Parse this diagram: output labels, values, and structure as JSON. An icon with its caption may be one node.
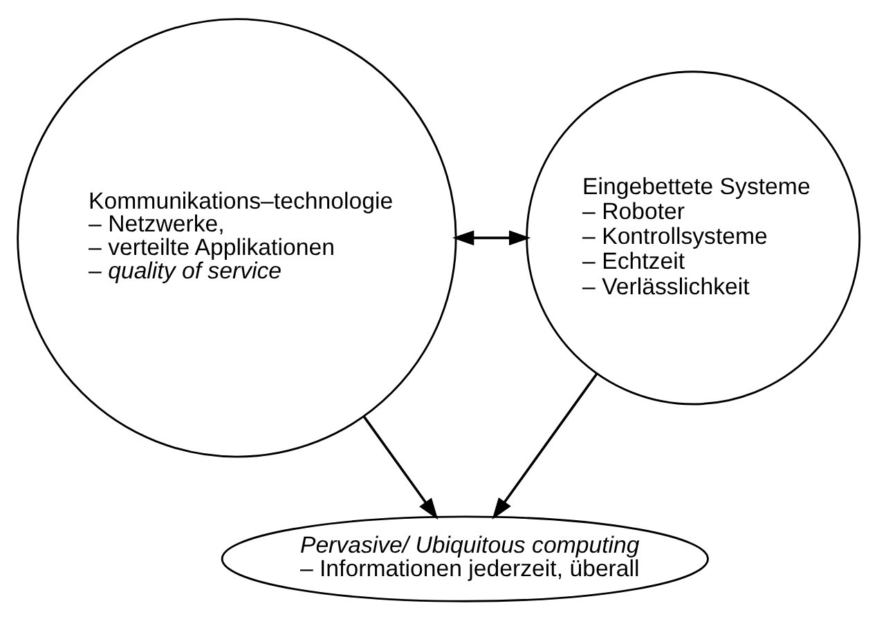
{
  "diagram": {
    "nodes": [
      {
        "text": [
          "Kommunikations–technologie",
          "– Netzwerke,",
          "– verteilte Applikationen",
          "– quality of service"
        ]
      },
      {
        "text": [
          "Eingebettete Systeme",
          "– Roboter",
          "– Kontrollsysteme",
          "– Echtzeit",
          "– Verlässlichkeit"
        ]
      },
      {
        "text": [
          "Pervasive/ Ubiquitous computing",
          "– Informationen jederzeit, überall"
        ]
      }
    ],
    "edges": [
      {
        "from": 0,
        "to": 1,
        "arrow": "both"
      },
      {
        "from": 0,
        "to": 2,
        "arrow": "to"
      },
      {
        "from": 1,
        "to": 2,
        "arrow": "to"
      }
    ]
  }
}
